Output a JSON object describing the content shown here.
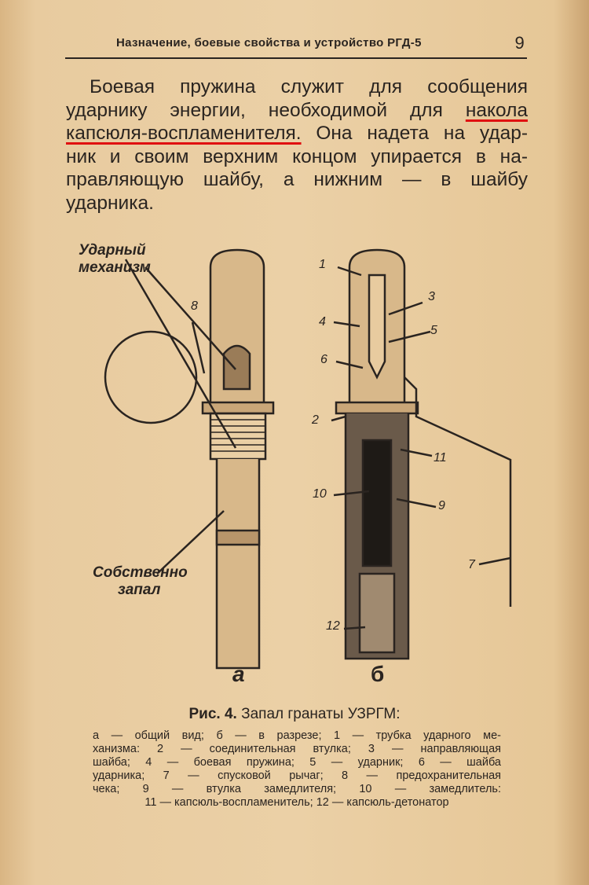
{
  "header": {
    "running_title": "Назначение, боевые свойства и устройство РГД-5",
    "page_number": "9"
  },
  "body": {
    "lines": [
      "Боевая пружина служит для сообщения",
      "ударнику энергии, необходимой для ",
      "накола",
      "капсюля-воспламенителя.",
      " Она надета на удар-",
      "ник и своим верхним концом упирается в на-",
      "правляющую шайбу, а нижним — в шайбу",
      "ударника."
    ],
    "highlight_color": "#e01010"
  },
  "figure": {
    "label_mechanism_1": "Ударный",
    "label_mechanism_2": "механизм",
    "label_fuze_1": "Собственно",
    "label_fuze_2": "запал",
    "numbers": [
      "1",
      "2",
      "3",
      "4",
      "5",
      "6",
      "7",
      "8",
      "9",
      "10",
      "11",
      "12"
    ],
    "sub_a": "а",
    "sub_b": "б"
  },
  "caption": {
    "fig_no": "Рис. 4.",
    "title": " Запал гранаты УЗРГМ:",
    "lines": [
      "а — общий вид; б — в разрезе; 1 — трубка ударного ме-",
      "ханизма: 2 — соединительная втулка; 3 — направляющая",
      "шайба; 4 — боевая пружина; 5 — ударник; 6 — шайба",
      "ударника; 7 — спусковой рычаг; 8 — предохранительная",
      "чека; 9 — втулка замедлителя; 10 — замедлитель:",
      "11 — капсюль-воспламенитель; 12 — капсюль-детонатор"
    ]
  }
}
